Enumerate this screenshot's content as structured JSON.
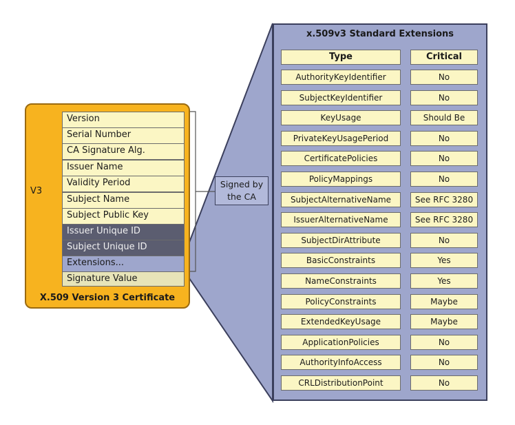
{
  "certificate": {
    "label": "X.509 Version 3 Certificate",
    "version_bracket": "V3",
    "fields": [
      {
        "label": "Version",
        "style": "light"
      },
      {
        "label": "Serial Number",
        "style": "light"
      },
      {
        "label": "CA Signature Alg.",
        "style": "light"
      },
      {
        "label": "Issuer Name",
        "style": "light"
      },
      {
        "label": "Validity Period",
        "style": "light"
      },
      {
        "label": "Subject Name",
        "style": "light"
      },
      {
        "label": "Subject Public Key",
        "style": "light"
      },
      {
        "label": "Issuer Unique ID",
        "style": "dark"
      },
      {
        "label": "Subject Unique ID",
        "style": "dark"
      },
      {
        "label": "Extensions...",
        "style": "blue"
      },
      {
        "label": "Signature Value",
        "style": "sig"
      }
    ]
  },
  "signed_label": {
    "line1": "Signed by",
    "line2": "the CA"
  },
  "extensions": {
    "title": "x.509v3 Standard Extensions",
    "header_type": "Type",
    "header_critical": "Critical",
    "rows": [
      {
        "type": "AuthorityKeyIdentifier",
        "critical": "No"
      },
      {
        "type": "SubjectKeyIdentifier",
        "critical": "No"
      },
      {
        "type": "KeyUsage",
        "critical": "Should Be"
      },
      {
        "type": "PrivateKeyUsagePeriod",
        "critical": "No"
      },
      {
        "type": "CertificatePolicies",
        "critical": "No"
      },
      {
        "type": "PolicyMappings",
        "critical": "No"
      },
      {
        "type": "SubjectAlternativeName",
        "critical": "See RFC 3280"
      },
      {
        "type": "IssuerAlternativeName",
        "critical": "See RFC 3280"
      },
      {
        "type": "SubjectDirAttribute",
        "critical": "No"
      },
      {
        "type": "BasicConstraints",
        "critical": "Yes"
      },
      {
        "type": "NameConstraints",
        "critical": "Yes"
      },
      {
        "type": "PolicyConstraints",
        "critical": "Maybe"
      },
      {
        "type": "ExtendedKeyUsage",
        "critical": "Maybe"
      },
      {
        "type": "ApplicationPolicies",
        "critical": "No"
      },
      {
        "type": "AuthorityInfoAccess",
        "critical": "No"
      },
      {
        "type": "CRLDistributionPoint",
        "critical": "No"
      }
    ]
  },
  "colors": {
    "certificate_fill": "#f7b31f",
    "field_fill": "#fbf6c4",
    "unique_id_fill": "#5b5d70",
    "panel_fill": "#9ea6cc",
    "border": "#3b3f5c"
  }
}
